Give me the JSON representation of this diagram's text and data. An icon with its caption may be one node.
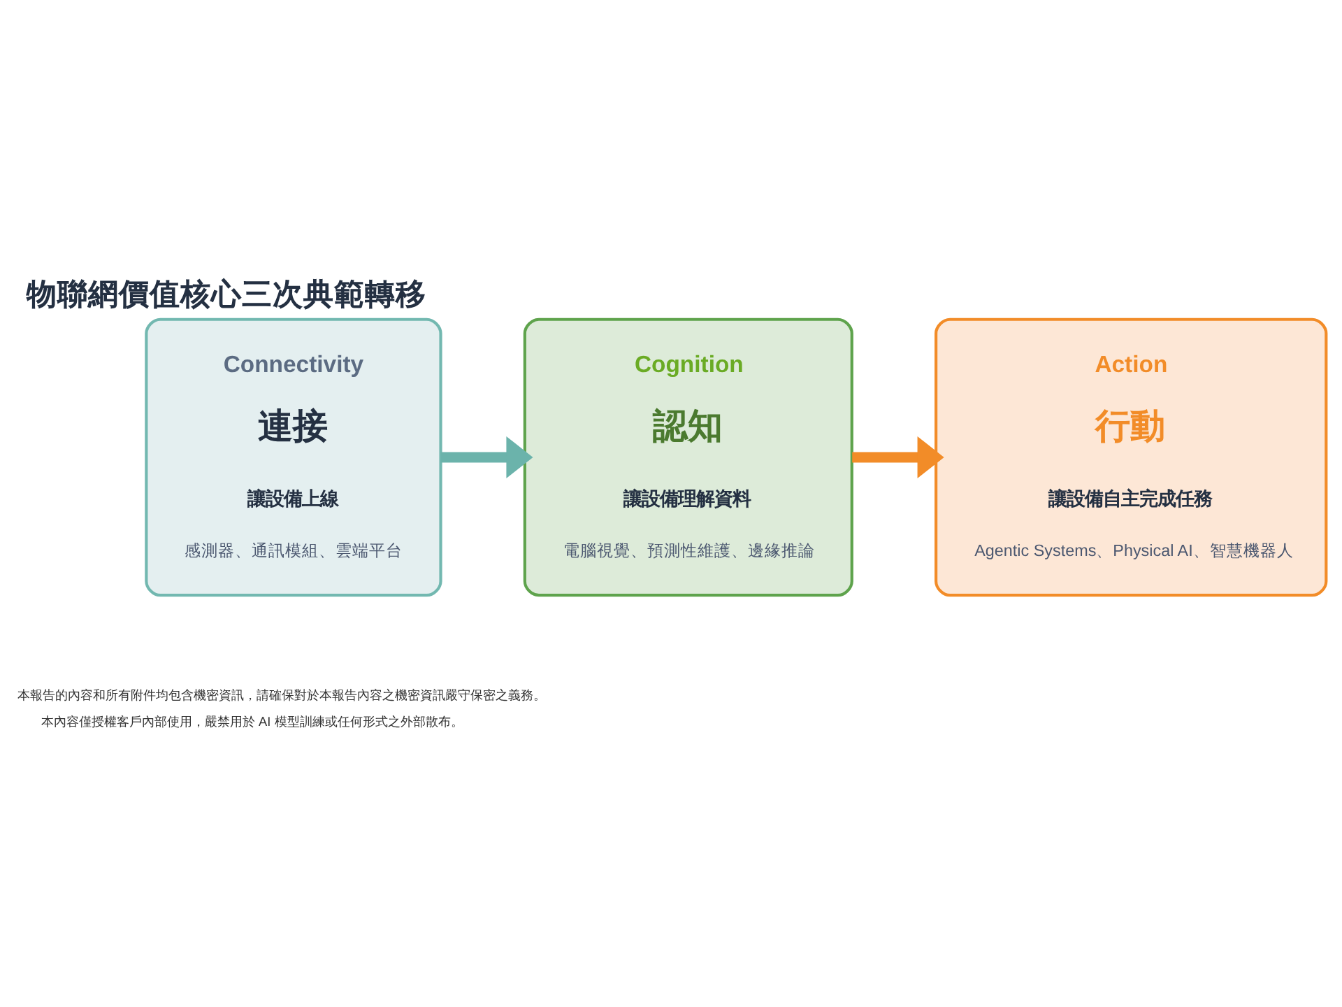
{
  "diagram": {
    "title": "物聯網價值核心三次典範轉移",
    "nodes": [
      {
        "text": [
          "Connectivity",
          "連接",
          "讓設備上線",
          "感測器、通訊模組、雲端平台"
        ]
      },
      {
        "text": [
          "Cognition",
          "認知",
          "讓設備理解資料",
          "電腦視覺、預測性維護、邊緣推論"
        ]
      },
      {
        "text": [
          "Action",
          "行動",
          "讓設備自主完成任務",
          "Agentic Systems、Physical AI、智慧機器人"
        ]
      }
    ],
    "edges": [
      {
        "from": 0,
        "to": 1,
        "arrow": "to",
        "color": "#6bb3ab"
      },
      {
        "from": 1,
        "to": 2,
        "arrow": "to",
        "color": "#f28c28"
      }
    ],
    "labels": [
      "本報告的內容和所有附件均包含機密資訊，請確保對於本報告內容之機密資訊嚴守保密之義務。",
      "本內容僅授權客戶內部使用，嚴禁用於 AI 模型訓練或任何形式之外部散布。"
    ]
  }
}
